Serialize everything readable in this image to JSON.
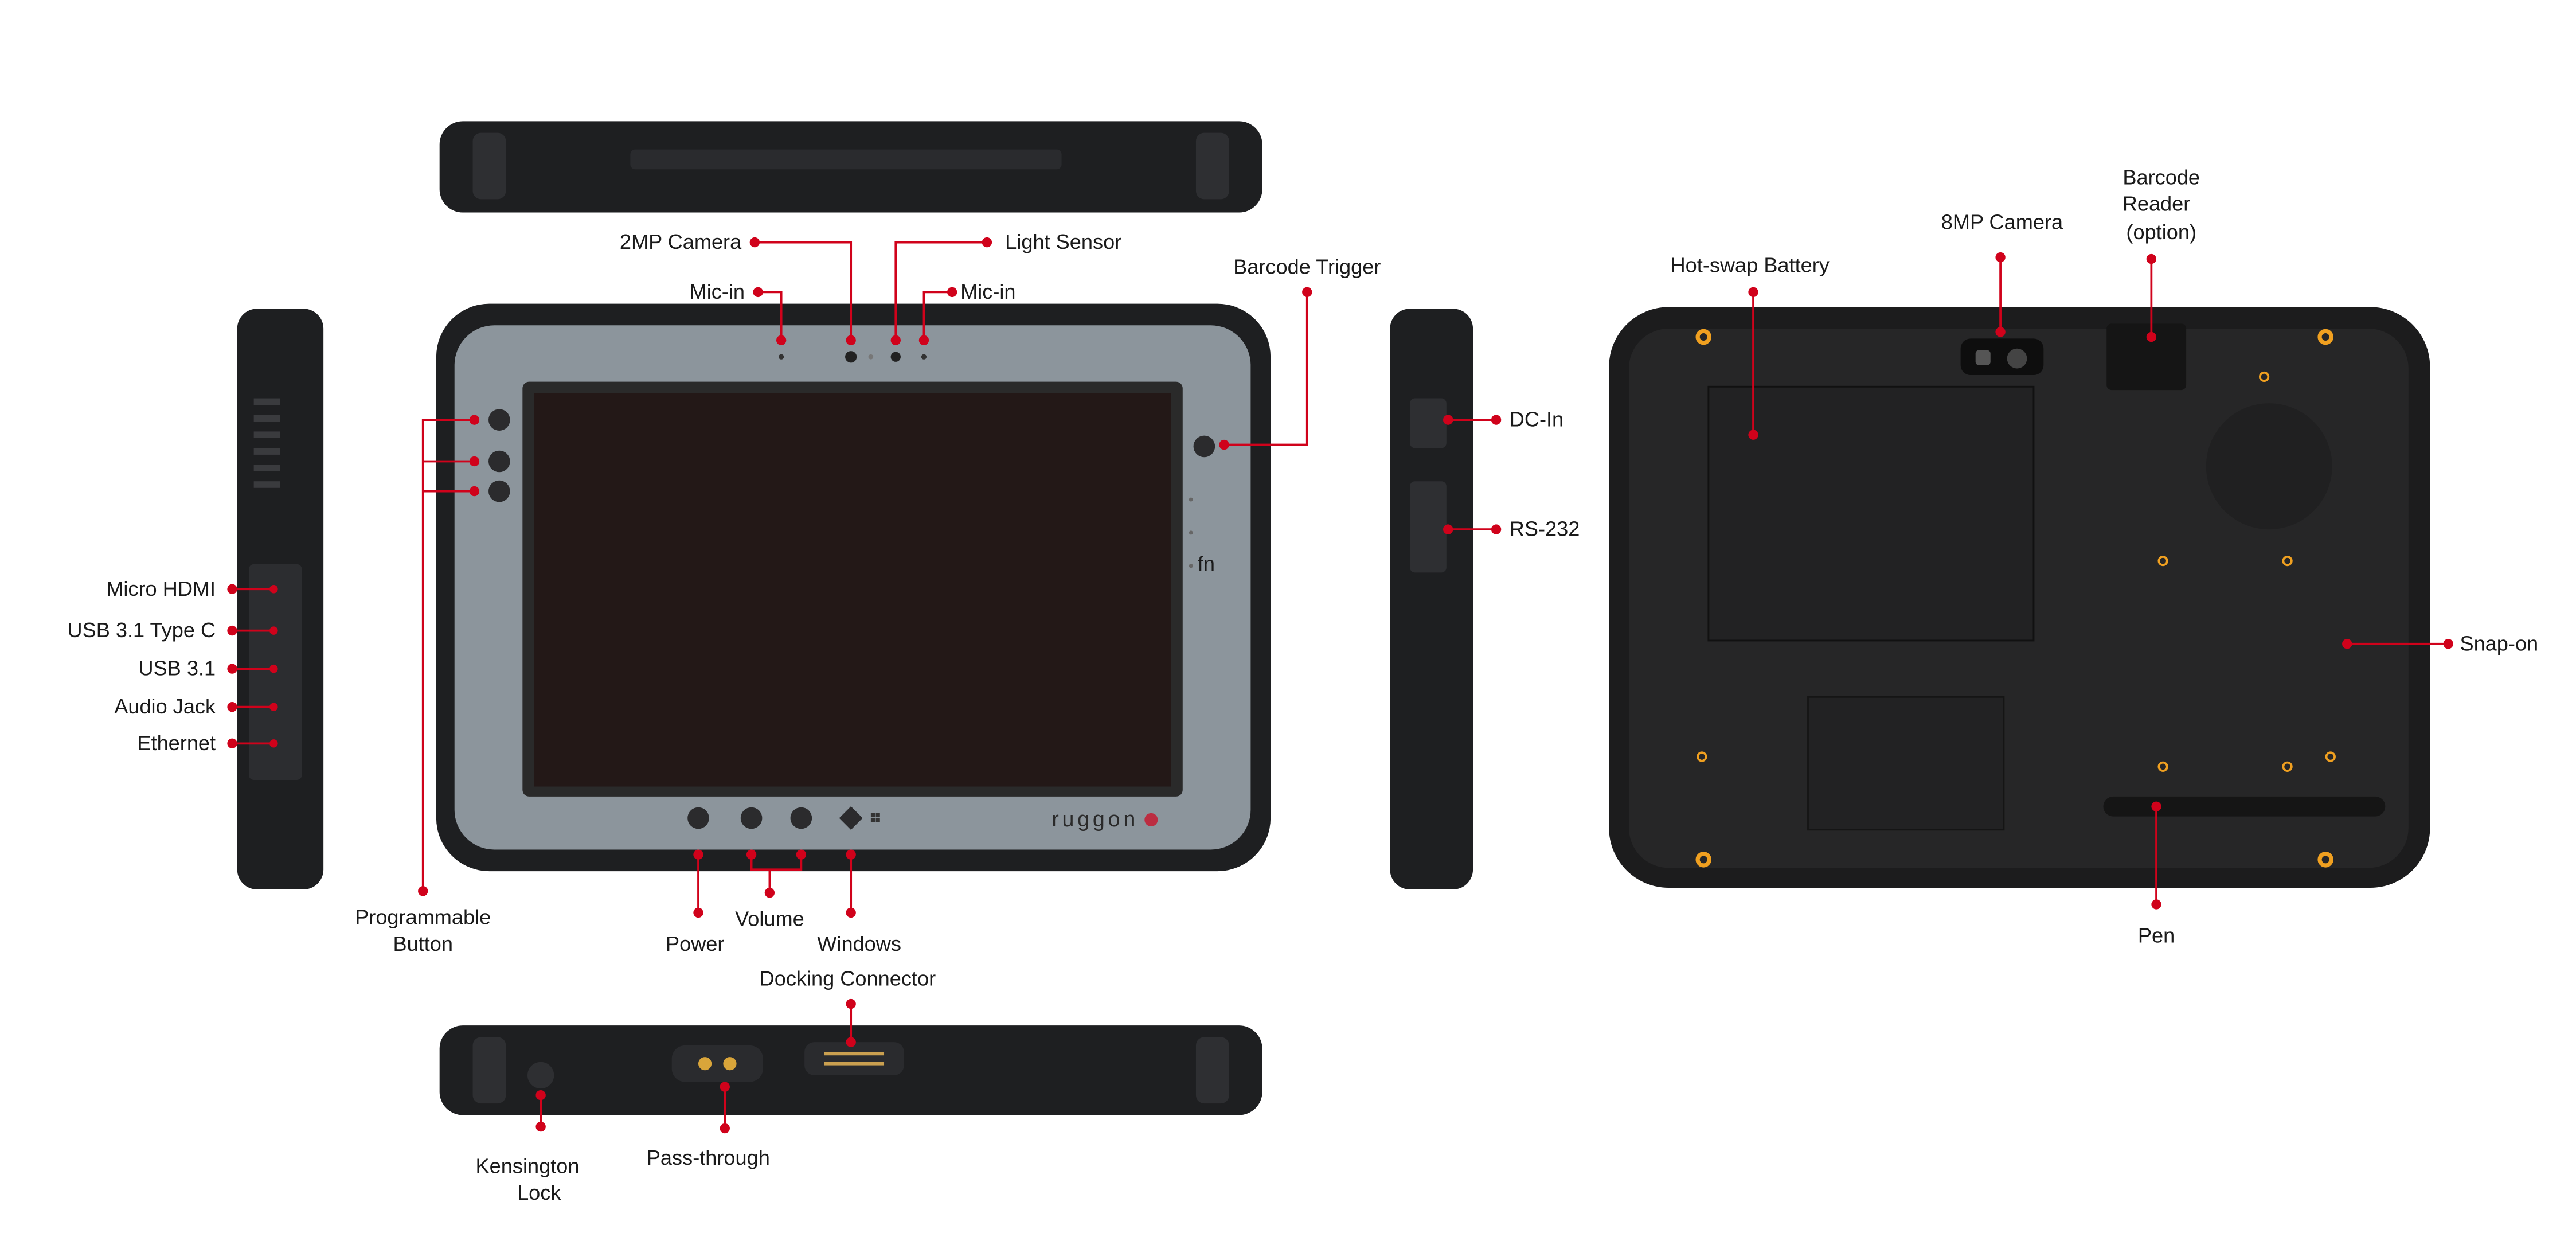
{
  "brand": "ruggon",
  "colors": {
    "accent": "#d0021b",
    "bezel": "#8c959c",
    "rubber": "#1e1f21",
    "screen": "#231817",
    "screw": "#f0a020"
  },
  "front_labels": {
    "camera_2mp": "2MP Camera",
    "light_sensor": "Light Sensor",
    "mic_in_left": "Mic-in",
    "mic_in_right": "Mic-in",
    "barcode_trigger": "Barcode Trigger",
    "programmable_button_line1": "Programmable",
    "programmable_button_line2": "Button",
    "power": "Power",
    "volume": "Volume",
    "windows": "Windows",
    "led_fn": "fn"
  },
  "left_side_labels": [
    "Micro HDMI",
    "USB 3.1 Type C",
    "USB 3.1",
    "Audio Jack",
    "Ethernet"
  ],
  "right_side_labels": {
    "dc_in": "DC-In",
    "rs232": "RS-232"
  },
  "bottom_labels": {
    "docking_connector": "Docking Connector",
    "kensington_line1": "Kensington",
    "kensington_line2": "Lock",
    "pass_through": "Pass-through"
  },
  "back_labels": {
    "hot_swap_battery": "Hot-swap Battery",
    "camera_8mp": "8MP Camera",
    "barcode_reader_line1": "Barcode",
    "barcode_reader_line2": "Reader",
    "barcode_reader_line3": "(option)",
    "snap_on": "Snap-on",
    "pen": "Pen"
  }
}
